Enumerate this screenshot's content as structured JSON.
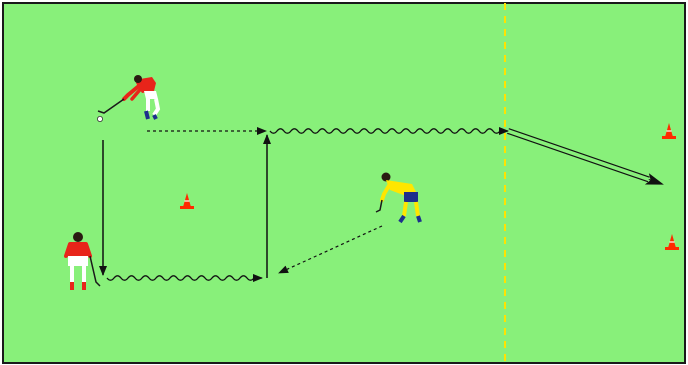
{
  "diagram": {
    "field_color": "#88f07a",
    "border_color": "#1a1a1a",
    "line_color": "#ffe300",
    "cone_color": "#ff2a00",
    "red_team_color": "#e8241a",
    "yellow_team_color": "#ffe600",
    "blue_color": "#1d2f8c",
    "arrow_color": "#111111",
    "cones": [
      {
        "name": "cone-center-left"
      },
      {
        "name": "cone-right-upper"
      },
      {
        "name": "cone-right-lower"
      }
    ],
    "players": [
      {
        "name": "player-red-top",
        "team": "red"
      },
      {
        "name": "player-red-bottom",
        "team": "red"
      },
      {
        "name": "player-yellow",
        "team": "yellow"
      }
    ],
    "paths": [
      {
        "name": "pass-top",
        "kind": "pass"
      },
      {
        "name": "pass-down",
        "kind": "pass"
      },
      {
        "name": "dribble-bottom",
        "kind": "dribble"
      },
      {
        "name": "pass-up",
        "kind": "pass"
      },
      {
        "name": "dribble-top",
        "kind": "dribble"
      },
      {
        "name": "shot-goal",
        "kind": "shot"
      },
      {
        "name": "pass-yellow",
        "kind": "pass"
      }
    ]
  }
}
